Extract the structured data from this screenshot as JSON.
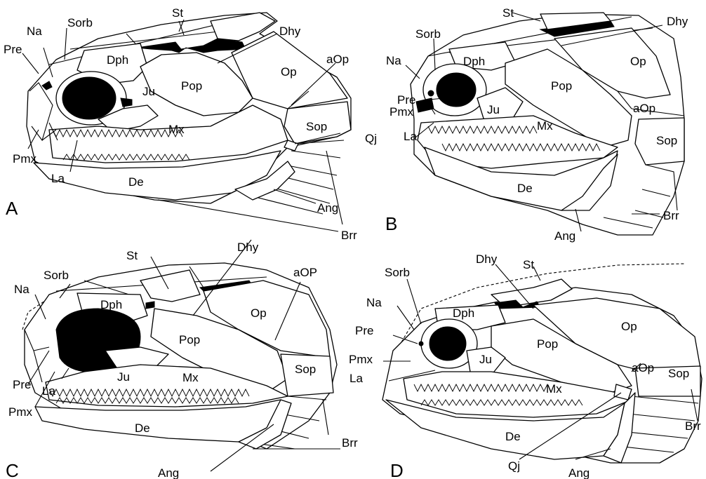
{
  "panels": [
    {
      "id": "A",
      "label": "A",
      "bones": {
        "St": "St",
        "Dhy": "Dhy",
        "Sorb": "Sorb",
        "Na": "Na",
        "Pre": "Pre",
        "Dph": "Dph",
        "Pop": "Pop",
        "Op": "Op",
        "aOp": "aOp",
        "Ju": "Ju",
        "Mx": "Mx",
        "Sop": "Sop",
        "Qj": "Qj",
        "Pmx": "Pmx",
        "La": "La",
        "De": "De",
        "Ang": "Ang",
        "Brr": "Brr"
      }
    },
    {
      "id": "B",
      "label": "B",
      "bones": {
        "St": "St",
        "Dhy": "Dhy",
        "Sorb": "Sorb",
        "Na": "Na",
        "Dph": "Dph",
        "Op": "Op",
        "Pop": "Pop",
        "Pre": "Pre",
        "Pmx": "Pmx",
        "Ju": "Ju",
        "aOp": "aOp",
        "Mx": "Mx",
        "La": "La",
        "Sop": "Sop",
        "De": "De",
        "Brr": "Brr",
        "Ang": "Ang"
      }
    },
    {
      "id": "C",
      "label": "C",
      "bones": {
        "Dhy": "Dhy",
        "St": "St",
        "aOP": "aOP",
        "Sorb": "Sorb",
        "Na": "Na",
        "Dph": "Dph",
        "Op": "Op",
        "Pop": "Pop",
        "Mx": "Mx",
        "Sop": "Sop",
        "Pre": "Pre",
        "Ju": "Ju",
        "La": "La",
        "Pmx": "Pmx",
        "De": "De",
        "Brr": "Brr",
        "Ang": "Ang"
      }
    },
    {
      "id": "D",
      "label": "D",
      "bones": {
        "Dhy": "Dhy",
        "St": "St",
        "Sorb": "Sorb",
        "Na": "Na",
        "Dph": "Dph",
        "Op": "Op",
        "Pre": "Pre",
        "Pop": "Pop",
        "Pmx": "Pmx",
        "Ju": "Ju",
        "aOp": "aOp",
        "Sop": "Sop",
        "La": "La",
        "Mx": "Mx",
        "De": "De",
        "Brr": "Brr",
        "Qj": "Qj",
        "Ang": "Ang"
      }
    }
  ]
}
